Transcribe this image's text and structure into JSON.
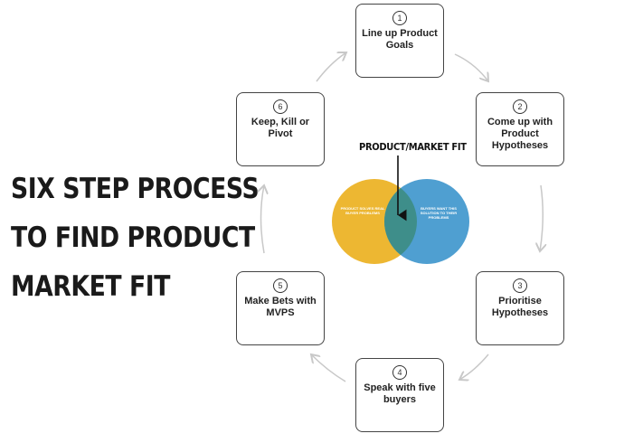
{
  "headline": {
    "line1": "SIX STEP PROCESS",
    "line2": "TO FIND PRODUCT",
    "line3": "MARKET FIT"
  },
  "steps": [
    {
      "number": "1",
      "label": "Line up Product Goals"
    },
    {
      "number": "2",
      "label": "Come up with Product Hypotheses"
    },
    {
      "number": "3",
      "label": "Prioritise Hypotheses"
    },
    {
      "number": "4",
      "label": "Speak with five buyers"
    },
    {
      "number": "5",
      "label": "Make Bets with MVPS"
    },
    {
      "number": "6",
      "label": "Keep, Kill or Pivot"
    }
  ],
  "venn": {
    "title": "PRODUCT/MARKET FIT",
    "left_text": "PRODUCT SOLVES REAL BUYER PROBLEMS",
    "right_text": "BUYERS WANT THIS SOLUTION TO THEIR PROBLEMS"
  },
  "colors": {
    "left_circle": "#EDB732",
    "right_circle": "#4F9FD1",
    "overlap": "#3E8E8A",
    "box_border": "#444444",
    "arrow": "#c8c8c8"
  }
}
